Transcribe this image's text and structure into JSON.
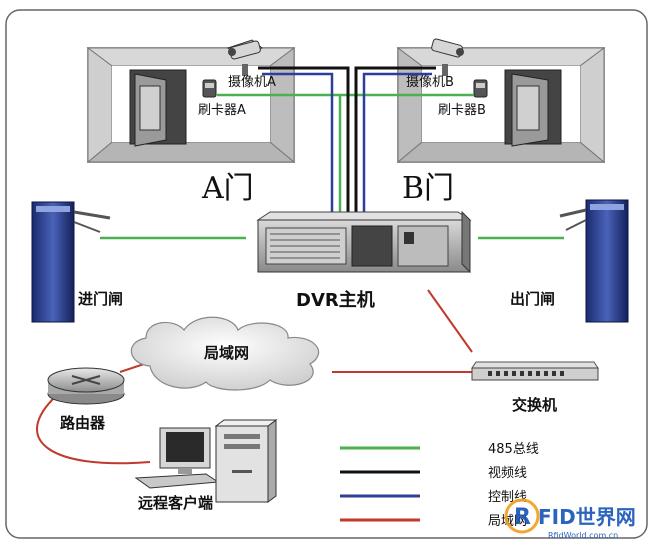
{
  "labels": {
    "camera_a": "摄像机A",
    "card_reader_a": "刷卡器A",
    "camera_b": "摄像机B",
    "card_reader_b": "刷卡器B",
    "door_a": "A门",
    "door_b": "B门",
    "entry_gate": "进门闸",
    "exit_gate": "出门闸",
    "dvr_host": "DVR主机",
    "lan": "局域网",
    "router": "路由器",
    "switch": "交换机",
    "remote_client": "远程客户端"
  },
  "legend": [
    {
      "label": "485总线",
      "color": "#4caf50"
    },
    {
      "label": "视频线",
      "color": "#111111"
    },
    {
      "label": "控制线",
      "color": "#2c3e9a"
    },
    {
      "label": "局域网",
      "color": "#c0392b"
    }
  ],
  "watermark": {
    "brand": "RFID世界网",
    "url": "RfidWorld.com.cn"
  },
  "colors": {
    "bus485": "#4caf50",
    "video": "#111111",
    "control": "#2c3e9a",
    "lan": "#c0392b"
  }
}
